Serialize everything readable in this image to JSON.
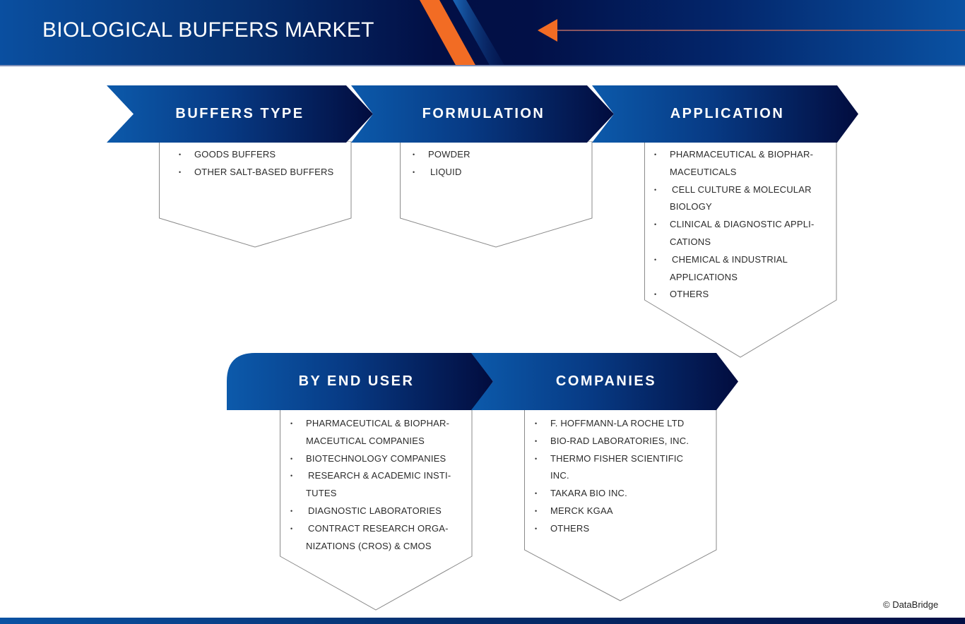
{
  "header": {
    "title": "BIOLOGICAL BUFFERS MARKET",
    "accent_color": "#f26c24",
    "primary_color": "#0a4fa0",
    "dark_color": "#020f45"
  },
  "segments": [
    {
      "title": "BUFFERS TYPE",
      "items": [
        "GOODS BUFFERS",
        "OTHER SALT-BASED BUFFERS"
      ]
    },
    {
      "title": "FORMULATION",
      "items": [
        "POWDER",
        "LIQUID"
      ]
    },
    {
      "title": "APPLICATION",
      "items": [
        "PHARMACEUTICAL & BIOPHAR-MACEUTICALS",
        "CELL CULTURE & MOLECULAR BIOLOGY",
        "CLINICAL & DIAGNOSTIC APPLI-CATIONS",
        "CHEMICAL & INDUSTRIAL APPLICATIONS",
        "OTHERS"
      ]
    },
    {
      "title": "BY END USER",
      "items": [
        "PHARMACEUTICAL & BIOPHAR-MACEUTICAL COMPANIES",
        "BIOTECHNOLOGY COMPANIES",
        "RESEARCH & ACADEMIC INSTI-TUTES",
        "DIAGNOSTIC LABORATORIES",
        "CONTRACT RESEARCH ORGA-NIZATIONS (CROS) & CMOS"
      ]
    },
    {
      "title": "COMPANIES",
      "items": [
        "F. HOFFMANN-LA ROCHE LTD",
        "BIO-RAD LABORATORIES, INC.",
        "THERMO FISHER SCIENTIFIC INC.",
        "TAKARA BIO INC.",
        "MERCK KGAA",
        "OTHERS"
      ]
    }
  ],
  "lines": {
    "s0": [
      [
        "GOODS BUFFERS"
      ],
      [
        "OTHER SALT-BASED BUFFERS"
      ]
    ],
    "s1": [
      [
        "POWDER"
      ],
      [
        "LIQUID"
      ]
    ],
    "s2": [
      [
        "PHARMACEUTICAL & BIOPHAR-",
        "MACEUTICALS"
      ],
      [
        "CELL CULTURE & MOLECULAR",
        "BIOLOGY"
      ],
      [
        "CLINICAL & DIAGNOSTIC APPLI-",
        "CATIONS"
      ],
      [
        "CHEMICAL & INDUSTRIAL",
        "APPLICATIONS"
      ],
      [
        "OTHERS"
      ]
    ],
    "s3": [
      [
        "PHARMACEUTICAL & BIOPHAR-",
        "MACEUTICAL COMPANIES"
      ],
      [
        "BIOTECHNOLOGY COMPANIES"
      ],
      [
        "RESEARCH & ACADEMIC INSTI-",
        "TUTES"
      ],
      [
        "DIAGNOSTIC LABORATORIES"
      ],
      [
        "CONTRACT RESEARCH ORGA-",
        "NIZATIONS (CROS) & CMOS"
      ]
    ],
    "s4": [
      [
        "F. HOFFMANN-LA ROCHE LTD"
      ],
      [
        "BIO-RAD LABORATORIES, INC."
      ],
      [
        "THERMO FISHER SCIENTIFIC",
        "INC."
      ],
      [
        "TAKARA BIO INC."
      ],
      [
        "MERCK KGAA"
      ],
      [
        "OTHERS"
      ]
    ]
  },
  "footer": {
    "copyright": "© DataBridge"
  }
}
